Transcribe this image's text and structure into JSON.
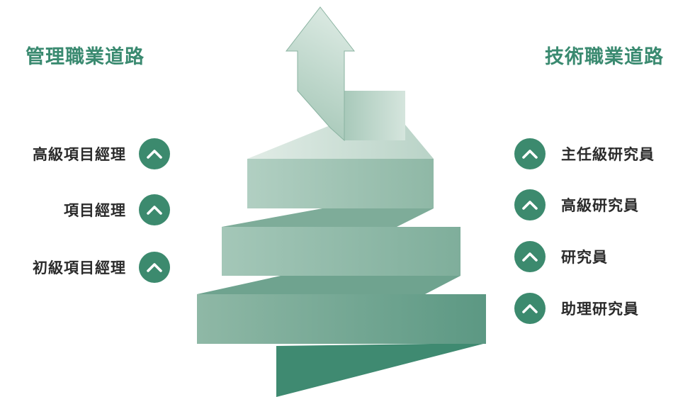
{
  "management": {
    "title": "管理職業道路",
    "levels": [
      "高級項目經理",
      "項目經理",
      "初級項目經理"
    ]
  },
  "technical": {
    "title": "技術職業道路",
    "levels": [
      "主任級研究員",
      "高級研究員",
      "研究員",
      "助理研究員"
    ]
  },
  "colors": {
    "accent": "#3a8a70",
    "badge": "#3c8a6e",
    "text": "#2b2b2b"
  },
  "icons": {
    "level_badge": "chevron-up-icon",
    "growth_arrow": "up-arrow-icon"
  }
}
